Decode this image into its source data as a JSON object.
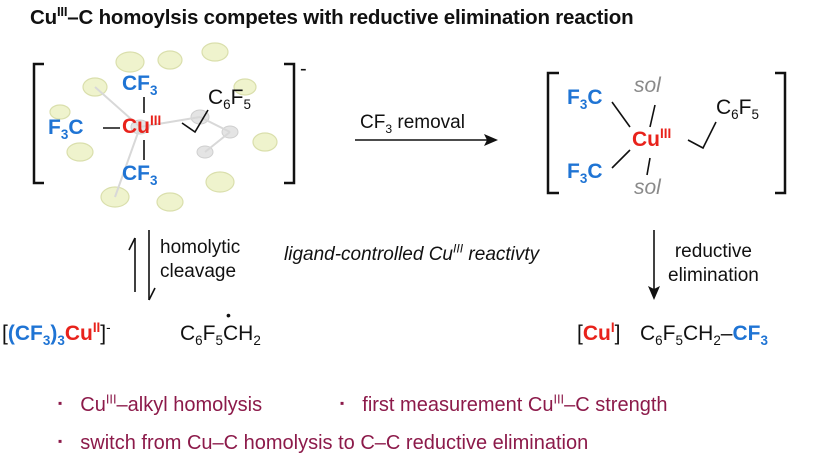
{
  "title": {
    "prefix": "Cu",
    "sup": "III",
    "rest": "–C homoylsis competes with reductive elimination reaction"
  },
  "left_complex": {
    "cf3_top": "CF",
    "cf3_top_sub": "3",
    "f3c_left": "F",
    "f3c_left_sub": "3",
    "f3c_left_end": "C",
    "cu": "Cu",
    "cu_sup": "III",
    "c6f5": "C",
    "c6f5_sub1": "6",
    "c6f5_mid": "F",
    "c6f5_sub2": "5",
    "cf3_bottom": "CF",
    "cf3_bottom_sub": "3",
    "charge": "-"
  },
  "arrow_label": {
    "text": "CF",
    "sub": "3",
    "rest": " removal"
  },
  "right_complex": {
    "sol_top": "sol",
    "sol_bottom": "sol",
    "f3c_top": "F",
    "f3c_top_sub": "3",
    "f3c_top_end": "C",
    "f3c_bottom": "F",
    "f3c_bottom_sub": "3",
    "f3c_bottom_end": "C",
    "cu": "Cu",
    "cu_sup": "III",
    "c6f5": "C",
    "c6f5_sub1": "6",
    "c6f5_mid": "F",
    "c6f5_sub2": "5"
  },
  "left_arrow_label": {
    "line1": "homolytic",
    "line2": "cleavage"
  },
  "center_label": {
    "text": "ligand-controlled Cu",
    "sup": "III",
    "rest": " reactivty"
  },
  "right_arrow_label": {
    "line1": "reductive",
    "line2": "elimination"
  },
  "left_product": {
    "open": "[",
    "cf3": "(CF",
    "cf3_sub": "3",
    "cf3_close": ")",
    "count_sub": "3",
    "cu": "Cu",
    "cu_sup": "II",
    "close": "]",
    "charge": "-",
    "radical_a": "C",
    "radical_a_sub1": "6",
    "radical_b": "F",
    "radical_a_sub2": "5",
    "radical_c": "CH",
    "radical_c_sub": "2",
    "radical_dot": "•"
  },
  "right_product": {
    "open": "[",
    "cu": "Cu",
    "cu_sup": "I",
    "close": "]",
    "p1": "C",
    "p1_sub": "6",
    "p2": "F",
    "p2_sub": "5",
    "p3": "CH",
    "p3_sub": "2",
    "p4": "–",
    "cf3": "CF",
    "cf3_sub": "3"
  },
  "bullets": [
    {
      "a": "Cu",
      "sup": "III",
      "b": "–alkyl homolysis"
    },
    {
      "a": "first measurement  Cu",
      "sup": "III",
      "b": "–C strength"
    },
    {
      "a": "switch from Cu–C homolysis to C–C reductive elimination",
      "sup": "",
      "b": ""
    }
  ],
  "bullet_mark": "▪",
  "colors": {
    "blue": "#1f74d4",
    "red": "#e8221b",
    "green": "#5b8c22",
    "maroon": "#8c1a4a",
    "gray": "#8a8a8a"
  }
}
